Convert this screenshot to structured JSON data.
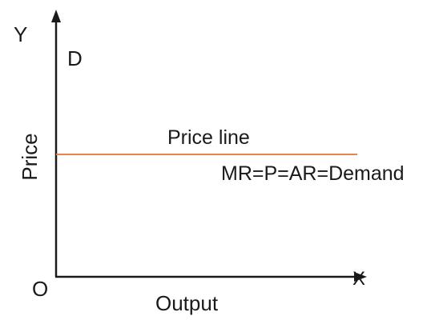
{
  "diagram": {
    "axes": {
      "y_axis_letter": "Y",
      "x_axis_letter": "X",
      "origin_label": "O",
      "y_axis_title": "Price",
      "x_axis_title": "Output"
    },
    "curve_label": "D",
    "price_line": {
      "label": "Price line",
      "equation": "MR=P=AR=Demand",
      "color": "#e8844a"
    },
    "axis_color": "#1a1a1a"
  }
}
